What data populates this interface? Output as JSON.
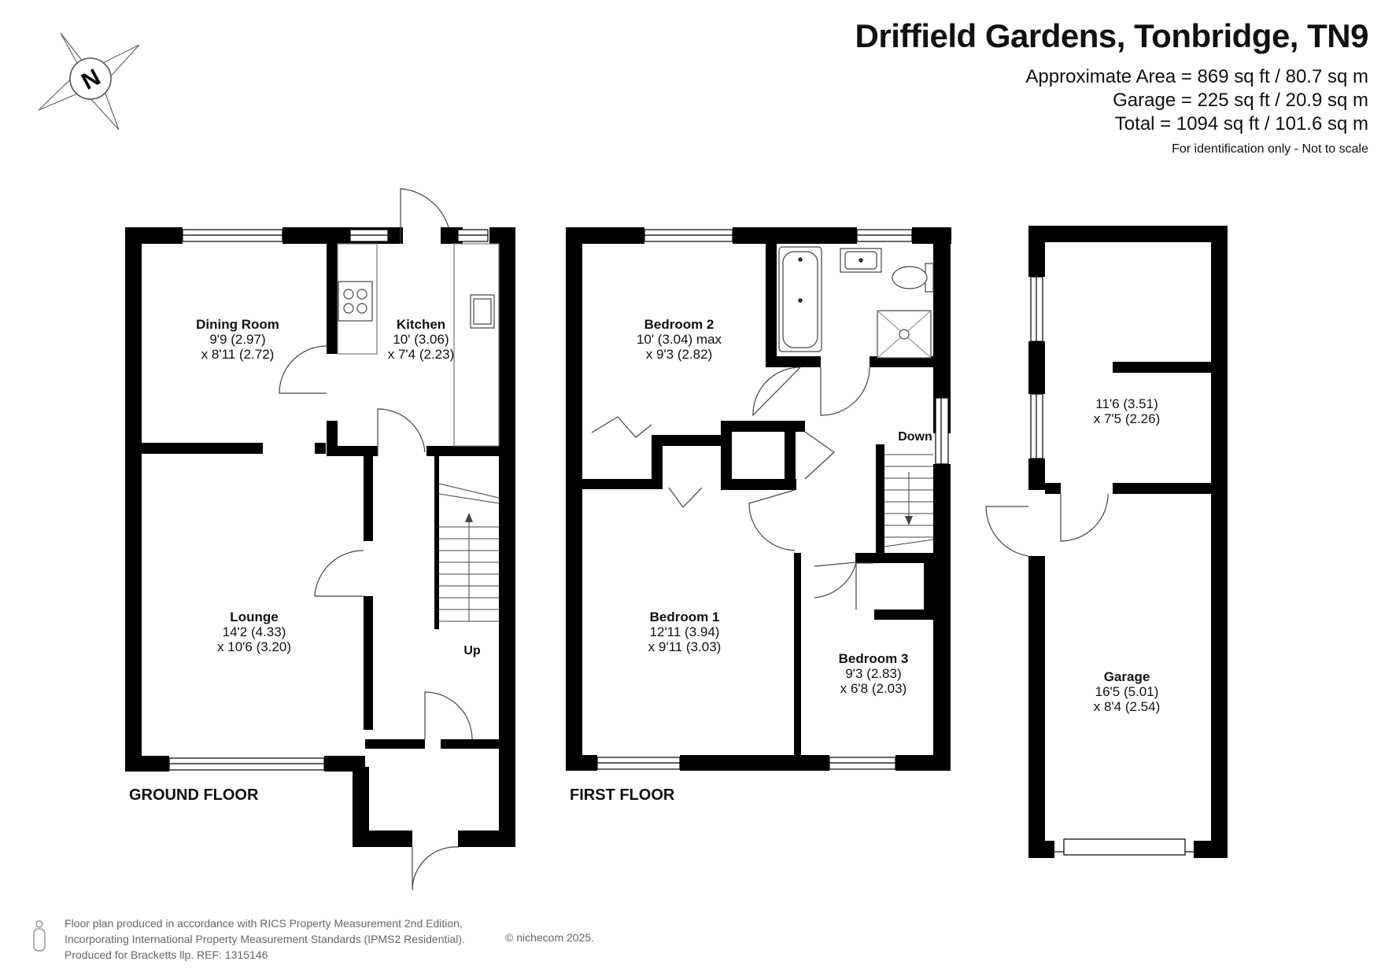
{
  "header": {
    "title": "Driffield Gardens, Tonbridge, TN9",
    "area_approx": "Approximate Area = 869 sq ft / 80.7 sq m",
    "area_garage": "Garage = 225 sq ft / 20.9 sq m",
    "area_total": "Total = 1094 sq ft / 101.6 sq m",
    "disclaimer": "For identification only - Not to scale"
  },
  "compass": {
    "icon": "north-arrow-icon",
    "label": "N"
  },
  "floors": {
    "ground": "GROUND FLOOR",
    "first": "FIRST FLOOR"
  },
  "rooms": {
    "dining": {
      "name": "Dining Room",
      "dim1": "9'9 (2.97)",
      "dim2": "x 8'11 (2.72)"
    },
    "kitchen": {
      "name": "Kitchen",
      "dim1": "10' (3.06)",
      "dim2": "x 7'4 (2.23)"
    },
    "lounge": {
      "name": "Lounge",
      "dim1": "14'2 (4.33)",
      "dim2": "x 10'6 (3.20)"
    },
    "bedroom2": {
      "name": "Bedroom 2",
      "dim1": "10' (3.04) max",
      "dim2": "x 9'3 (2.82)"
    },
    "bedroom1": {
      "name": "Bedroom 1",
      "dim1": "12'11 (3.94)",
      "dim2": "x 9'11 (3.03)"
    },
    "bedroom3": {
      "name": "Bedroom 3",
      "dim1": "9'3 (2.83)",
      "dim2": "x 6'8 (2.03)"
    },
    "garage_rear": {
      "dim1": "11'6 (3.51)",
      "dim2": "x 7'5 (2.26)"
    },
    "garage": {
      "name": "Garage",
      "dim1": "16'5 (5.01)",
      "dim2": "x 8'4 (2.54)"
    }
  },
  "stairs": {
    "up": "Up",
    "down": "Down"
  },
  "footer": {
    "line1": "Floor plan produced in accordance with RICS Property Measurement 2nd Edition,",
    "line2": "Incorporating International Property Measurement Standards (IPMS2 Residential).",
    "line3": "Produced for Bracketts llp.   REF: 1315146",
    "copyright": "© nichecom 2025."
  },
  "colors": {
    "wall": "#000000",
    "background": "#ffffff",
    "fixture": "#555555"
  }
}
